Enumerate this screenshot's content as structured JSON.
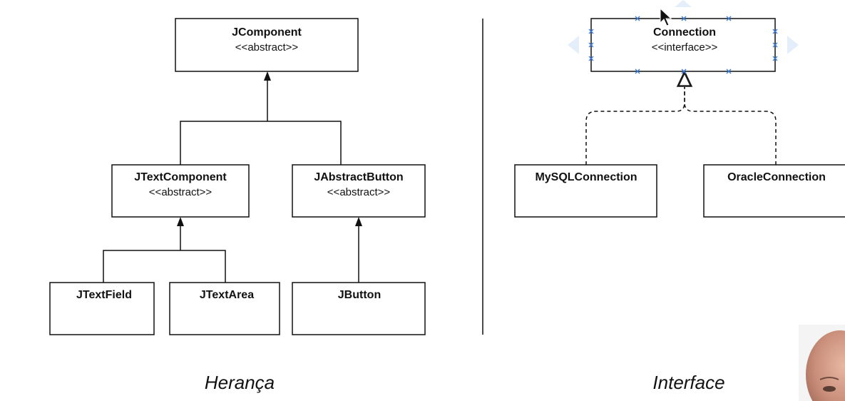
{
  "colors": {
    "line": "#111111",
    "selection_handle": "#3b7dd8",
    "selection_halo": "#dbe8f8",
    "background": "#ffffff"
  },
  "heranca": {
    "caption": "Herança",
    "classes": {
      "jcomponent": {
        "name": "JComponent",
        "stereotype": "<<abstract>>"
      },
      "jtextcomponent": {
        "name": "JTextComponent",
        "stereotype": "<<abstract>>"
      },
      "jabstractbutton": {
        "name": "JAbstractButton",
        "stereotype": "<<abstract>>"
      },
      "jtextfield": {
        "name": "JTextField"
      },
      "jtextarea": {
        "name": "JTextArea"
      },
      "jbutton": {
        "name": "JButton"
      }
    },
    "relations": [
      {
        "from": "JTextComponent",
        "to": "JComponent",
        "type": "generalization"
      },
      {
        "from": "JAbstractButton",
        "to": "JComponent",
        "type": "generalization"
      },
      {
        "from": "JTextField",
        "to": "JTextComponent",
        "type": "generalization"
      },
      {
        "from": "JTextArea",
        "to": "JTextComponent",
        "type": "generalization"
      },
      {
        "from": "JButton",
        "to": "JAbstractButton",
        "type": "generalization"
      }
    ]
  },
  "interface": {
    "caption": "Interface",
    "classes": {
      "connection": {
        "name": "Connection",
        "stereotype": "<<interface>>",
        "selected": true
      },
      "mysqlconnection": {
        "name": "MySQLConnection"
      },
      "oracleconnection": {
        "name": "OracleConnection"
      }
    },
    "relations": [
      {
        "from": "MySQLConnection",
        "to": "Connection",
        "type": "realization"
      },
      {
        "from": "OracleConnection",
        "to": "Connection",
        "type": "realization"
      }
    ]
  },
  "icons": [
    "mouse-cursor-icon",
    "presenter-video-thumbnail"
  ]
}
